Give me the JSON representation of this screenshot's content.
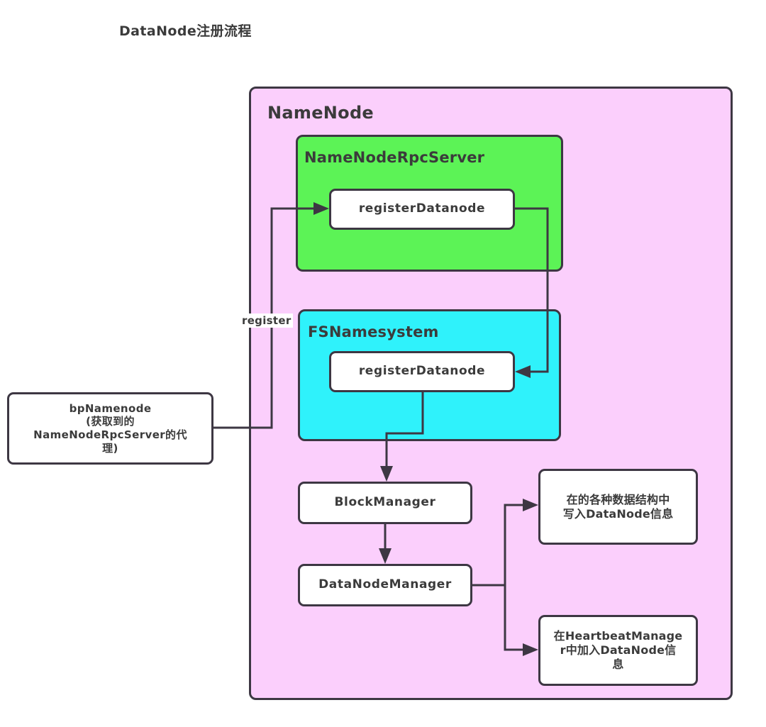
{
  "title": "DataNode注册流程",
  "containers": {
    "namenode": {
      "label": "NameNode",
      "color": "#fbcffc"
    },
    "rpcserver": {
      "label": "NameNodeRpcServer",
      "color": "#5cf356"
    },
    "fsnamesystem": {
      "label": "FSNamesystem",
      "color": "#2ff2fb"
    }
  },
  "nodes": {
    "bpnamenode": {
      "label": "bpNamenode\n(获取到的\nNameNodeRpcServer的代\n理)"
    },
    "rpc_register": {
      "label": "registerDatanode"
    },
    "fsn_register": {
      "label": "registerDatanode"
    },
    "blockmanager": {
      "label": "BlockManager"
    },
    "datanodemanager": {
      "label": "DataNodeManager"
    },
    "write_struct": {
      "label": "在的各种数据结构中\n写入DataNode信息"
    },
    "heartbeat": {
      "label": "在HeartbeatManage\nr中加入DataNode信\n息"
    }
  },
  "edges": [
    {
      "name": "bpnamenode-to-rpc-register",
      "label": "register",
      "from": "bpnamenode",
      "to": "rpc_register"
    },
    {
      "name": "rpc-register-to-fsn-register",
      "label": "",
      "from": "rpc_register",
      "to": "fsn_register"
    },
    {
      "name": "fsn-register-to-blockmanager",
      "label": "",
      "from": "fsn_register",
      "to": "blockmanager"
    },
    {
      "name": "blockmanager-to-datanodemanager",
      "label": "",
      "from": "blockmanager",
      "to": "datanodemanager"
    },
    {
      "name": "datanodemanager-to-write-struct",
      "label": "",
      "from": "datanodemanager",
      "to": "write_struct"
    },
    {
      "name": "datanodemanager-to-heartbeat",
      "label": "",
      "from": "datanodemanager",
      "to": "heartbeat"
    }
  ],
  "colors": {
    "stroke": "#3d3743",
    "text": "#3b3b3b",
    "background": "#ffffff",
    "namenode_fill": "#fbcffc",
    "rpcserver_fill": "#5cf356",
    "fsnamesystem_fill": "#2ff2fb",
    "node_fill": "#ffffff"
  }
}
